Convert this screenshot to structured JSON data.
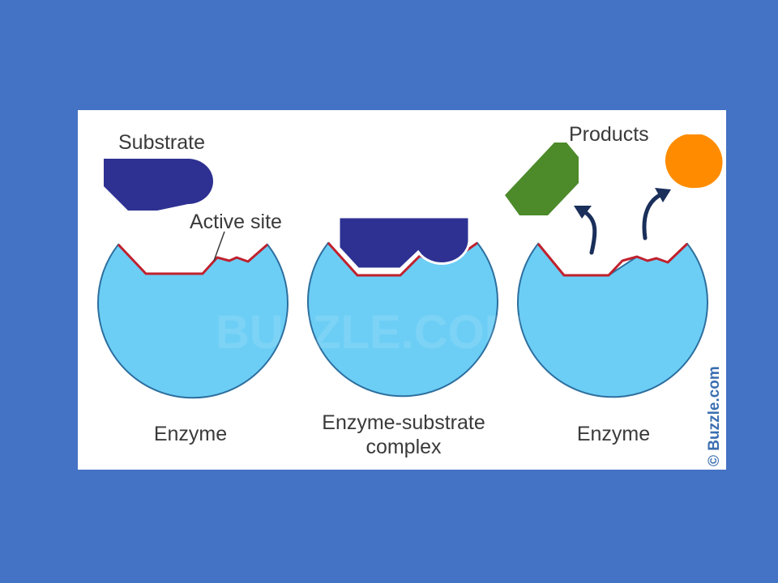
{
  "labels": {
    "substrate": "Substrate",
    "active_site": "Active site",
    "products": "Products",
    "enzyme_left": "Enzyme",
    "complex_line1": "Enzyme-substrate",
    "complex_line2": "complex",
    "enzyme_right": "Enzyme"
  },
  "watermark": "BUZZLE.COM",
  "credit": "© Buzzle.com",
  "colors": {
    "background": "#4472c4",
    "panel": "#ffffff",
    "enzyme_fill": "#6dcef5",
    "enzyme_stroke": "#2c6f9e",
    "active_site": "#c0212e",
    "substrate": "#2e3192",
    "product_green": "#4c8a2a",
    "product_orange": "#ff8c00",
    "arrow": "#1a2f5a"
  }
}
